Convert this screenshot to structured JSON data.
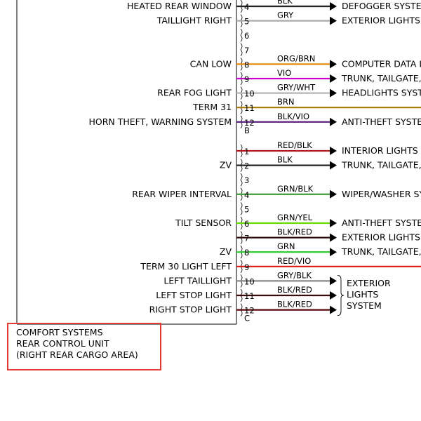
{
  "title_box": {
    "lines": [
      "COMFORT SYSTEMS",
      "REAR CONTROL UNIT",
      "(RIGHT REAR CARGO AREA)"
    ],
    "border_color": "#e53935"
  },
  "circuits": [
    {
      "pin": "4",
      "label": "HEATED REAR WINDOW",
      "wire": "BLK",
      "color": "#222222",
      "dest": "DEFOGGER SYSTEM",
      "arrow": true
    },
    {
      "pin": "5",
      "label": "TAILLIGHT RIGHT",
      "wire": "GRY",
      "color": "#aaaaaa",
      "dest": "EXTERIOR LIGHTS",
      "arrow": true
    },
    {
      "pin": "6",
      "label": "",
      "wire": "",
      "color": "",
      "dest": "",
      "arrow": false
    },
    {
      "pin": "7",
      "label": "",
      "wire": "",
      "color": "",
      "dest": "",
      "arrow": false
    },
    {
      "pin": "8",
      "label": "CAN LOW",
      "wire": "ORG/BRN",
      "color": "#e58a00",
      "dest": "COMPUTER DATA LINES",
      "arrow": true
    },
    {
      "pin": "9",
      "label": "",
      "wire": "VIO",
      "color": "#cc00cc",
      "dest": "TRUNK, TAILGATE, FUEL DOOR",
      "arrow": true
    },
    {
      "pin": "10",
      "label": "REAR FOG LIGHT",
      "wire": "GRY/WHT",
      "color": "#b4b4b4",
      "dest": "HEADLIGHTS SYSTEM",
      "arrow": true
    },
    {
      "pin": "11",
      "label": "TERM 31",
      "wire": "BRN",
      "color": "#a87a00",
      "dest": "",
      "arrow": false
    },
    {
      "pin": "12",
      "label": "HORN THEFT, WARNING SYSTEM",
      "wire": "BLK/VIO",
      "color": "#5a1a7a",
      "dest": "ANTI-THEFT SYSTEM",
      "arrow": true
    },
    {
      "pin": "1",
      "label": "",
      "wire": "RED/BLK",
      "color": "#b01818",
      "dest": "INTERIOR LIGHTS SYSTEM",
      "arrow": true
    },
    {
      "pin": "2",
      "label": "ZV",
      "wire": "BLK",
      "color": "#222222",
      "dest": "TRUNK, TAILGATE, FUEL DOOR",
      "arrow": true
    },
    {
      "pin": "3",
      "label": "",
      "wire": "",
      "color": "",
      "dest": "",
      "arrow": false
    },
    {
      "pin": "4",
      "label": "REAR WIPER INTERVAL",
      "wire": "GRN/BLK",
      "color": "#3a9a3a",
      "dest": "WIPER/WASHER SYSTEM",
      "arrow": true
    },
    {
      "pin": "5",
      "label": "",
      "wire": "",
      "color": "",
      "dest": "",
      "arrow": false
    },
    {
      "pin": "6",
      "label": "TILT SENSOR",
      "wire": "GRN/YEL",
      "color": "#66dd00",
      "dest": "ANTI-THEFT SYSTEM",
      "arrow": true
    },
    {
      "pin": "7",
      "label": "",
      "wire": "BLK/RED",
      "color": "#2a0a0a",
      "dest": "EXTERIOR LIGHTS",
      "arrow": true
    },
    {
      "pin": "8",
      "label": "ZV",
      "wire": "GRN",
      "color": "#22cc22",
      "dest": "TRUNK, TAILGATE, FUEL DOOR",
      "arrow": true
    },
    {
      "pin": "9",
      "label": "TERM 30 LIGHT LEFT",
      "wire": "RED/VIO",
      "color": "#e01818",
      "dest": "",
      "arrow": false
    },
    {
      "pin": "10",
      "label": "LEFT TAILLIGHT",
      "wire": "GRY/BLK",
      "color": "#888888",
      "dest": "",
      "arrow": true
    },
    {
      "pin": "11",
      "label": "LEFT STOP LIGHT",
      "wire": "BLK/RED",
      "color": "#3a0a0a",
      "dest": "",
      "arrow": true
    },
    {
      "pin": "12",
      "label": "RIGHT STOP LIGHT",
      "wire": "BLK/RED",
      "color": "#5a0a0a",
      "dest": "",
      "arrow": true
    }
  ],
  "connectors": [
    {
      "name": "B",
      "after_index": 8
    },
    {
      "name": "C",
      "after_index": 20
    }
  ],
  "group_dest": [
    "EXTERIOR",
    "LIGHTS",
    "SYSTEM"
  ]
}
